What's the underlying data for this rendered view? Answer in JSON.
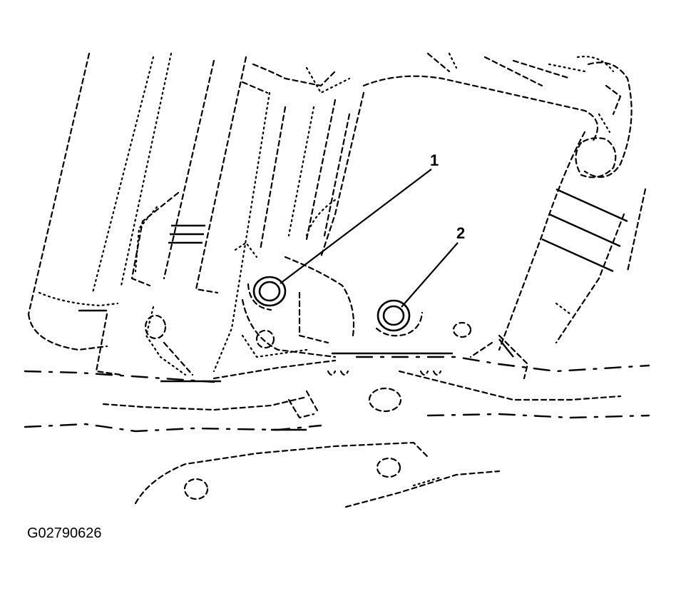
{
  "figure": {
    "id_label": "G02790626",
    "callouts": [
      {
        "number": "1",
        "target": "bolt"
      },
      {
        "number": "2",
        "target": "bolt"
      }
    ],
    "stroke_color": "#000000",
    "background_color": "#ffffff"
  }
}
